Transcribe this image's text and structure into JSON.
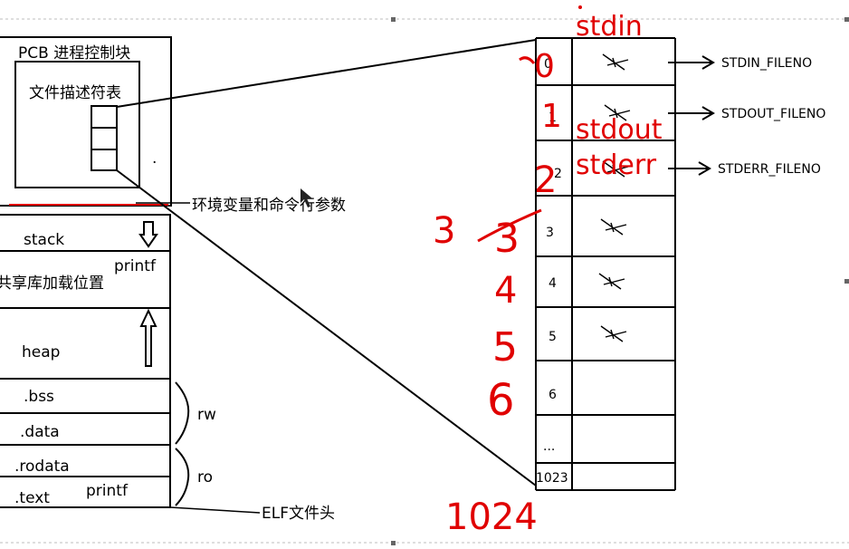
{
  "colors": {
    "ink": "#000000",
    "annotation_red": "#e00000",
    "background": "#ffffff"
  },
  "pcb": {
    "title": "PCB 进程控制块",
    "fd_table_label": "文件描述符表",
    "dot": "."
  },
  "memory": {
    "env_label": "环境变量和命令行参数",
    "stack": "stack",
    "printf_upper": "printf",
    "shared_lib": "共享库加载位置",
    "heap": "heap",
    "bss": ".bss",
    "data": ".data",
    "rodata": ".rodata",
    "text": ".text",
    "printf_lower": "printf",
    "rw": "rw",
    "ro": "ro",
    "elf_header": "ELF文件头"
  },
  "fd_table": {
    "rows": [
      {
        "index": "0",
        "target": "STDIN_FILENO"
      },
      {
        "index": "1",
        "target": "STDOUT_FILENO"
      },
      {
        "index": "2",
        "target": "STDERR_FILENO"
      },
      {
        "index": "3",
        "target": ""
      },
      {
        "index": "4",
        "target": ""
      },
      {
        "index": "5",
        "target": ""
      },
      {
        "index": "6",
        "target": ""
      },
      {
        "index": "...",
        "target": ""
      },
      {
        "index": "1023",
        "target": ""
      }
    ]
  },
  "annotations": {
    "stdin": "stdin",
    "stdout": "stdout",
    "stderr": "stderr",
    "n0": "0",
    "n1": "1",
    "n2": "2",
    "n3": "3",
    "n3_struck": "3",
    "n4": "4",
    "n5": "5",
    "n6": "6",
    "n1024": "1024"
  }
}
